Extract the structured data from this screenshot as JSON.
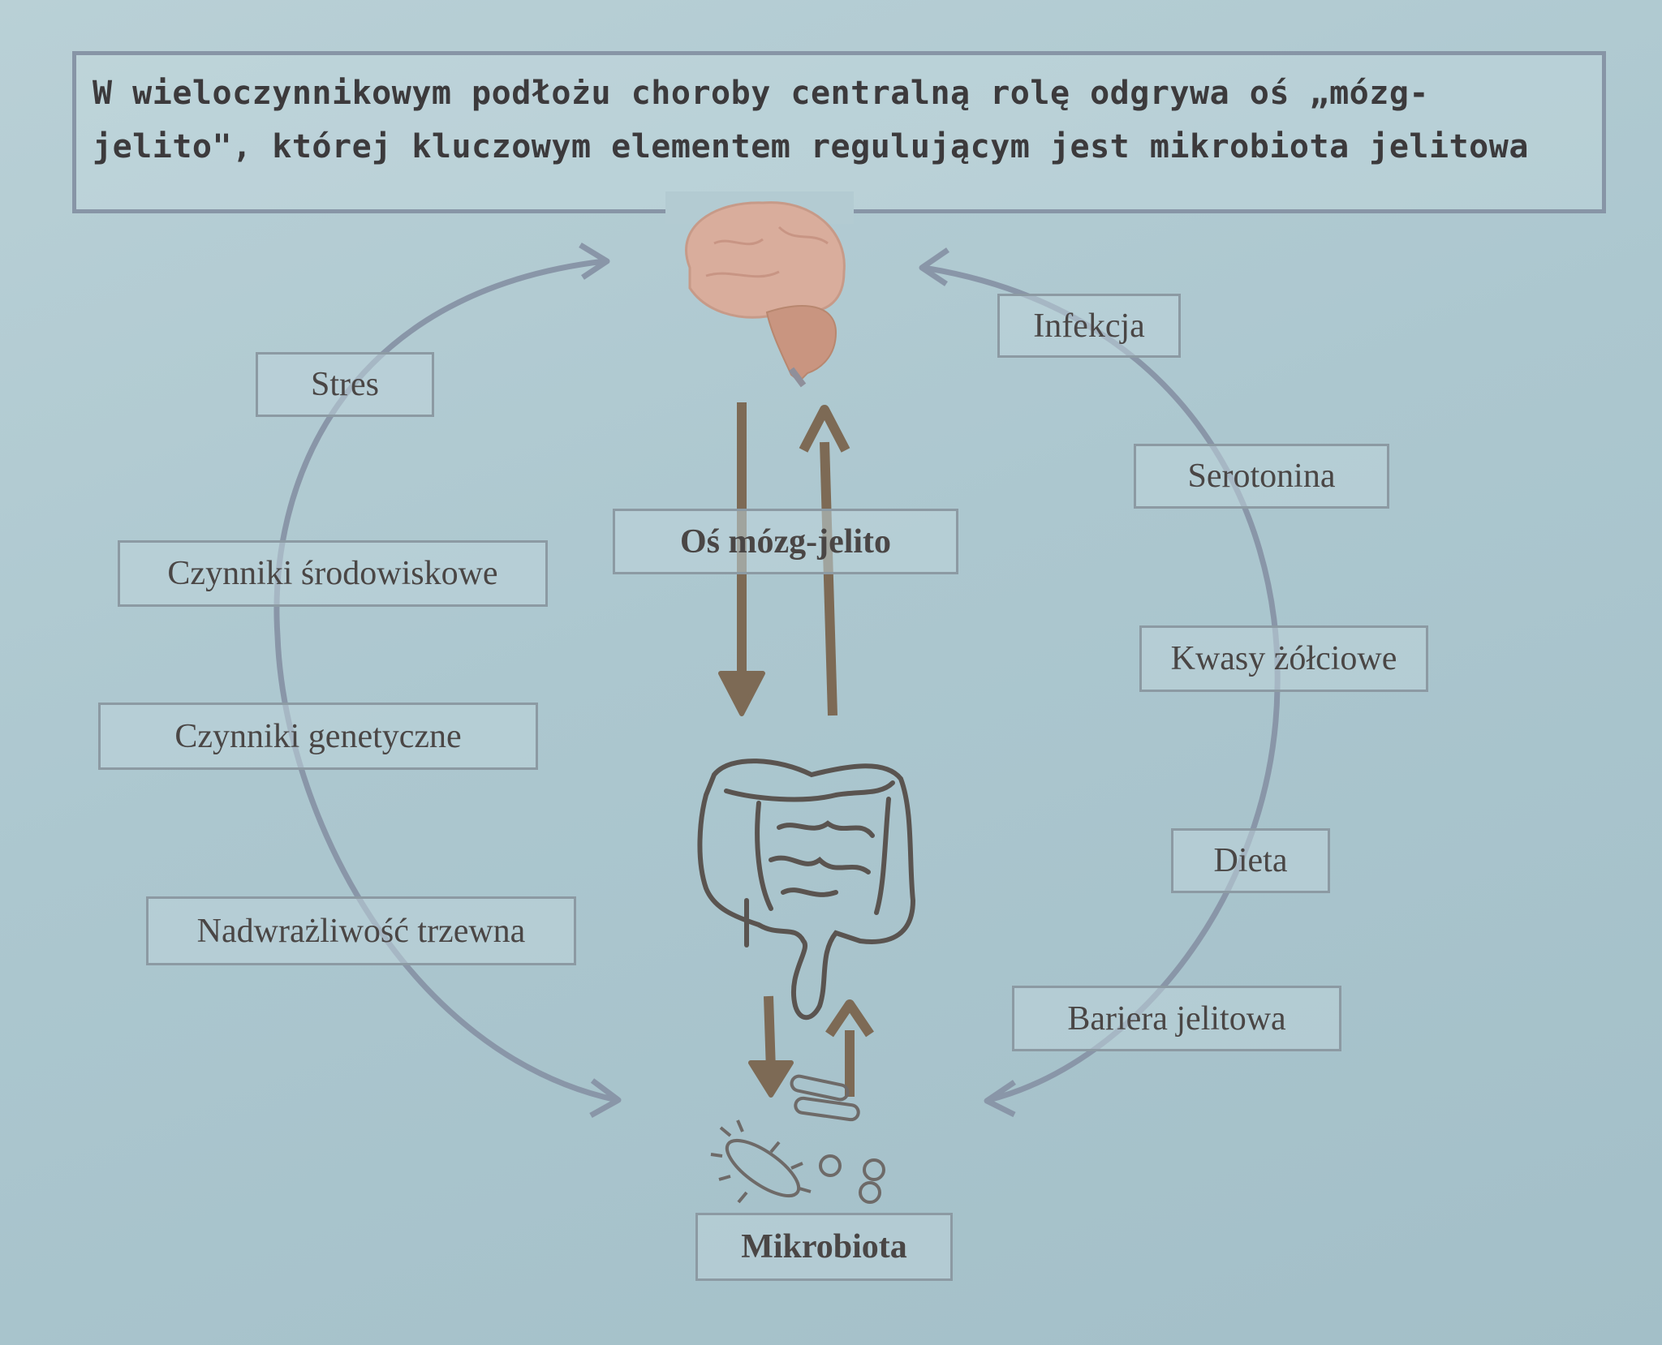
{
  "title": {
    "line1": "W wieloczynnikowym podłożu choroby centralną rolę odgrywa oś „mózg-",
    "line2": "jelito\", której kluczowym elementem regulującym jest mikrobiota jelitowa"
  },
  "left_factors": [
    "Stres",
    "Czynniki środowiskowe",
    "Czynniki genetyczne",
    "Nadwrażliwość trzewna"
  ],
  "right_factors": [
    "Infekcja",
    "Serotonina",
    "Kwasy żółciowe",
    "Dieta",
    "Bariera jelitowa"
  ],
  "center": {
    "axis_label": "Oś mózg-jelito",
    "microbiota_label": "Mikrobiota"
  },
  "colors": {
    "arrow_brown": "#7d6a55",
    "arc_gray": "#8996a8",
    "brain": "#d9a994",
    "outline": "#5a5450"
  }
}
